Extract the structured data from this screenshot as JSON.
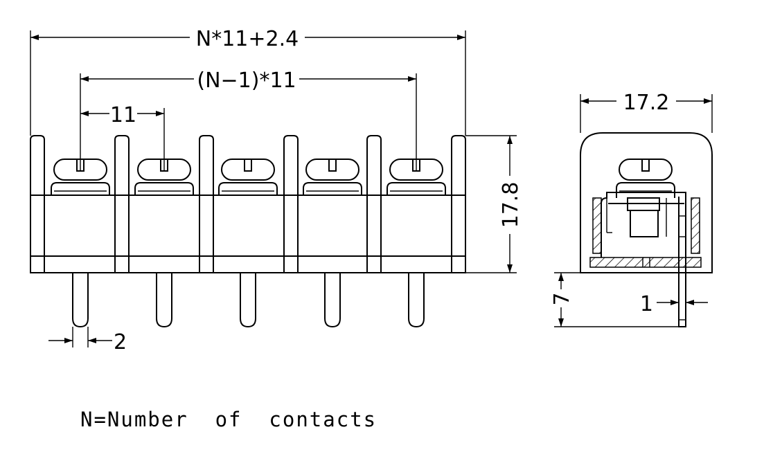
{
  "dimensions": {
    "overall_width": "N*11+2.4",
    "pitch_span": "(N−1)*11",
    "pitch": "11",
    "pin_width": "2",
    "height": "17.8",
    "depth": "17.2",
    "pin_length": "7",
    "pin_thickness": "1"
  },
  "note": "N=Number  of  contacts",
  "colors": {
    "line": "#000000",
    "background": "#ffffff"
  }
}
